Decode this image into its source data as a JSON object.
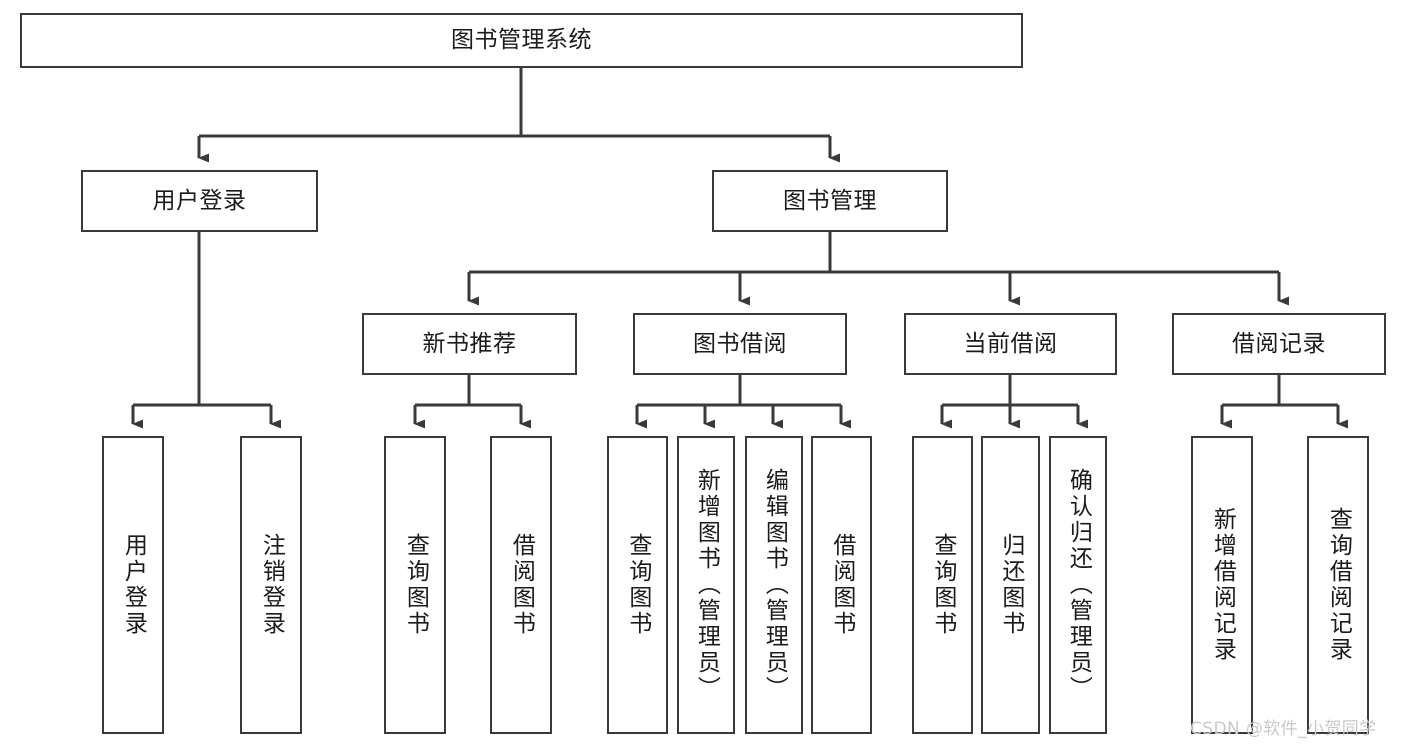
{
  "diagram": {
    "title": "图书管理系统",
    "type": "functional-structure-tree",
    "watermark": "CSDN @软件_小贺同学",
    "colors": {
      "box_border": "#3a3a3a",
      "box_fill": "#ffffff",
      "connector": "#3a3a3a",
      "text": "#1b1b1b",
      "watermark": "#c9c9c9",
      "background": "#ffffff"
    },
    "nodes": {
      "root": {
        "label": "图书管理系统"
      },
      "level1": [
        {
          "label": "用户登录"
        },
        {
          "label": "图书管理"
        }
      ],
      "level2": [
        {
          "label": "新书推荐"
        },
        {
          "label": "图书借阅"
        },
        {
          "label": "当前借阅"
        },
        {
          "label": "借阅记录"
        }
      ],
      "leaves": {
        "user_login": [
          {
            "label": "用户登录"
          },
          {
            "label": "注销登录"
          }
        ],
        "new_book_recommend": [
          {
            "label": "查询图书"
          },
          {
            "label": "借阅图书"
          }
        ],
        "book_borrow": [
          {
            "label": "查询图书"
          },
          {
            "label": "新增图书（管理员）"
          },
          {
            "label": "编辑图书（管理员）"
          },
          {
            "label": "借阅图书"
          }
        ],
        "current_borrow": [
          {
            "label": "查询图书"
          },
          {
            "label": "归还图书"
          },
          {
            "label": "确认归还（管理员）"
          }
        ],
        "borrow_record": [
          {
            "label": "新增借阅记录"
          },
          {
            "label": "查询借阅记录"
          }
        ]
      }
    }
  }
}
